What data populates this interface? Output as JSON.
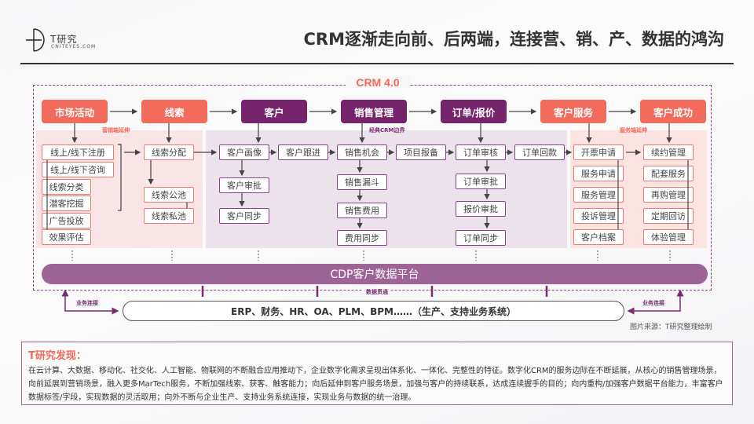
{
  "header": {
    "logo_name": "T研究",
    "logo_url": "CNITEYES.COM",
    "title": "CRM逐渐走向前、后两端，连接营、销、产、数据的鸿沟"
  },
  "diagram": {
    "frame_label": "CRM 4.0",
    "stages": [
      {
        "label": "市场活动",
        "tone": "coral"
      },
      {
        "label": "线索",
        "tone": "coral"
      },
      {
        "label": "客户",
        "tone": "purple"
      },
      {
        "label": "销售管理",
        "tone": "purple"
      },
      {
        "label": "订单/报价",
        "tone": "purple"
      },
      {
        "label": "客户服务",
        "tone": "coral"
      },
      {
        "label": "客户成功",
        "tone": "coral"
      }
    ],
    "annotations": {
      "marketing_extension": "营销端延伸",
      "classic_boundary": "经典CRM边界",
      "service_extension": "服务端延伸",
      "data_connect": "数据贯通",
      "business_connect_left": "业务连接",
      "business_connect_right": "业务连接"
    },
    "columns": {
      "market": [
        "线上/线下注册",
        "线上/线下咨询",
        "线索分类",
        "潜客挖掘",
        "广告投放",
        "效果评估"
      ],
      "lead": [
        "线索分配",
        "线索公池",
        "线索私池"
      ],
      "customer": [
        "客户画像",
        "客户审批",
        "客户同步"
      ],
      "customer_follow": "客户跟进",
      "sales": [
        "销售机会",
        "销售漏斗",
        "销售费用",
        "费用同步"
      ],
      "project": "项目报备",
      "order": [
        "订单审核",
        "订单审批",
        "报价审批",
        "订单同步"
      ],
      "order_payment": "订单回款",
      "service": [
        "开票申请",
        "服务申请",
        "服务管理",
        "投诉管理",
        "客户档案"
      ],
      "success": [
        "续约管理",
        "配套服务",
        "再购管理",
        "定期回访",
        "体验管理"
      ]
    },
    "cdp_label": "CDP客户数据平台",
    "erp_label": "ERP、财务、HR、OA、PLM、BPM……（生产、支持业务系统）",
    "source": "图片来源：T研究整理绘制"
  },
  "findings": {
    "title": "T研究发现：",
    "body": "在云计算、大数据、移动化、社交化、人工智能、物联网的不断融合应用推动下，企业数字化需求呈现出体系化、一体化、完整性的特征。数字化CRM的服务边际在不断延展，从核心的销售管理场景，向前延展到营销场景，融入更多MarTech服务，不断加强线索、获客、触客能力；向后延伸到客户服务场景，加强与客户的持续联系，达成连续握手的目的；向内重构/加强客户数据平台能力，丰富客户数据标签/字段，实现数据的灵活取用；向外不断与企业生产、支持业务系统连接，实现业务与数据的统一治理。"
  }
}
